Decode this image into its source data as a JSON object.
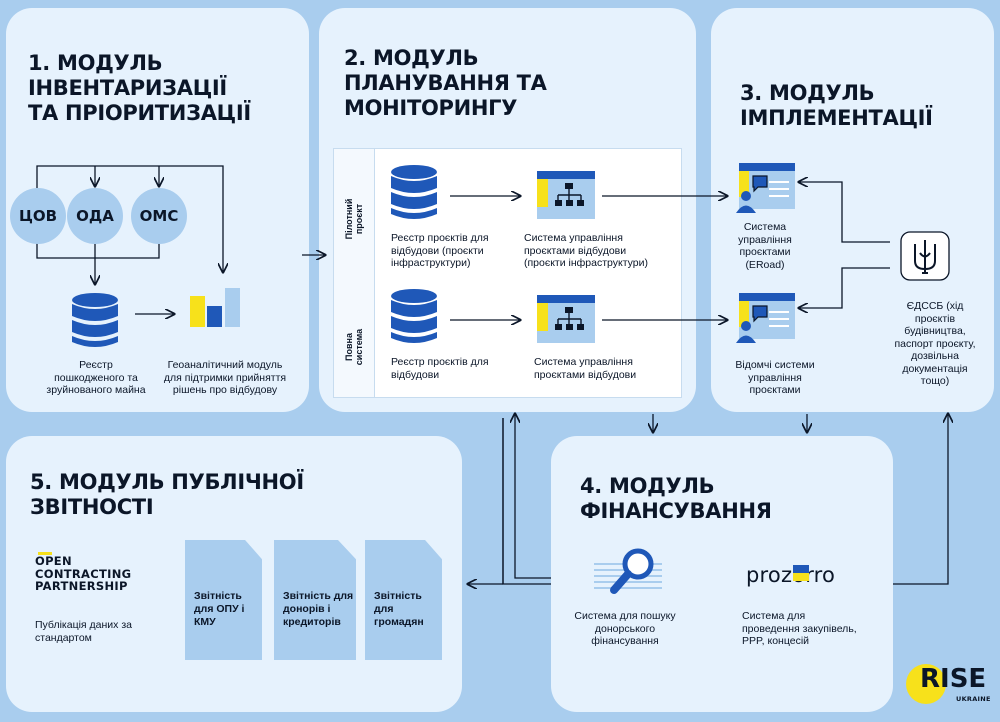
{
  "module1": {
    "title": "1. МОДУЛЬ ІНВЕНТАРИЗАЦІЇ ТА ПРІОРИТИЗАЦІЇ",
    "title_lines": [
      "1. МОДУЛЬ",
      "ІНВЕНТАРИЗАЦІЇ",
      "ТА ПРІОРИТИЗАЦІЇ"
    ],
    "circles": [
      "ЦОВ",
      "ОДА",
      "ОМС"
    ],
    "registry_label": [
      "Реєстр",
      "пошкодженого та",
      "зруйнованого майна"
    ],
    "geo_label": [
      "Геоаналітичний модуль",
      "для підтримки прийняття",
      "рішень про відбудову"
    ]
  },
  "module2": {
    "title_lines": [
      "2. МОДУЛЬ",
      "ПЛАНУВАННЯ ТА",
      "МОНІТОРИНГУ"
    ],
    "pilot_label": [
      "Пілотний",
      "проєкт"
    ],
    "full_label": [
      "Повна",
      "система"
    ],
    "pilot_registry": [
      "Реєстр проєктів для",
      "відбудови (проєкти",
      "інфраструктури)"
    ],
    "pilot_system": [
      "Система управління",
      "проєктами відбудови",
      "(проєкти інфраструктури)"
    ],
    "full_registry": [
      "Реєстр проєктів для",
      "відбудови"
    ],
    "full_system": [
      "Система управління",
      "проєктами відбудови"
    ]
  },
  "module3": {
    "title_lines": [
      "3. МОДУЛЬ",
      "ІМПЛЕМЕНТАЦІЇ"
    ],
    "eroad_label": [
      "Система",
      "управління",
      "проєктами",
      "(ЕRoad)"
    ],
    "dept_label": [
      "Відомчі системи",
      "управління",
      "проєктами"
    ],
    "edssb_label": [
      "ЄДССБ (хід",
      "проєктів",
      "будівництва,",
      "паспорт проєкту,",
      "дозвільна",
      "документація",
      "тощо)"
    ]
  },
  "module4": {
    "title_lines": [
      "4. МОДУЛЬ",
      "ФІНАНСУВАННЯ"
    ],
    "search_label": [
      "Система для пошуку",
      "донорського",
      "фінансування"
    ],
    "prozorro_logo": "prozorro",
    "prozorro_label": [
      "Система для",
      "проведення закупівель,",
      "PPP, концесій"
    ]
  },
  "module5": {
    "title_lines": [
      "5. МОДУЛЬ ПУБЛІЧНОЇ",
      "ЗВІТНОСТІ"
    ],
    "ocp_logo": [
      "OPEN",
      "CONTRACTING",
      "PARTNERSHIP"
    ],
    "ocp_label": [
      "Публікація даних за",
      "стандартом"
    ],
    "docs": [
      [
        "Звітність",
        "для ОПУ і",
        "КМУ"
      ],
      [
        "Звітність для",
        "донорів і",
        "кредиторів"
      ],
      [
        "Звітність",
        "для",
        "громадян"
      ]
    ]
  },
  "brand": {
    "rise": "RISE",
    "ukraine": "UKRAINE"
  },
  "colors": {
    "blue": "#1f58b8",
    "yellow": "#f7e11b",
    "light": "#a9cdee",
    "panel": "#e6f2fd",
    "bg": "#a9cdee"
  }
}
